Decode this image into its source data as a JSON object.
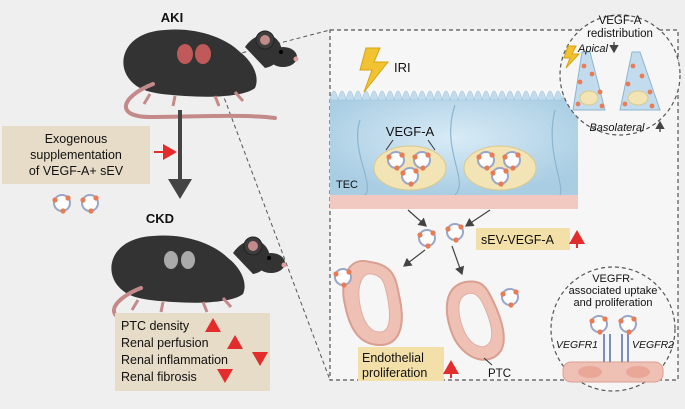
{
  "mouse_top_label": "AKI",
  "mouse_bottom_label": "CKD",
  "supplement": {
    "line1": "Exogenous",
    "line2": "supplementation",
    "line3": "of VEGF-A+ sEV"
  },
  "outcomes": [
    {
      "text": "PTC density",
      "direction": "up"
    },
    {
      "text": "Renal perfusion",
      "direction": "up"
    },
    {
      "text": "Renal inflammation",
      "direction": "down"
    },
    {
      "text": "Renal fibrosis",
      "direction": "down"
    }
  ],
  "iri_label": "IRI",
  "vegfa_label": "VEGF-A",
  "tec_label": "TEC",
  "sev_vegfa_label": "sEV-VEGF-A",
  "endothelial": {
    "line1": "Endothelial",
    "line2": "proliferation"
  },
  "ptc_label": "PTC",
  "redistribution": {
    "line1": "VEGF-A",
    "line2": "redistribution",
    "apical": "Apical",
    "basolateral": "Basolateral"
  },
  "vegfr": {
    "line1": "VEGFR-",
    "line2": "associated uptake",
    "line3": "and proliferation",
    "left": "VEGFR1",
    "right": "VEGFR2"
  },
  "colors": {
    "background": "#efefef",
    "label_box": "#e6dcc8",
    "highlight_box": "#f3dfa8",
    "arrow_red": "#e32c2c",
    "cell_blue": "#c3dced",
    "nucleus": "#f2e4b4",
    "vesicle": "#e77c55",
    "capillary": "#efc0b4",
    "mouse": "#333333"
  }
}
